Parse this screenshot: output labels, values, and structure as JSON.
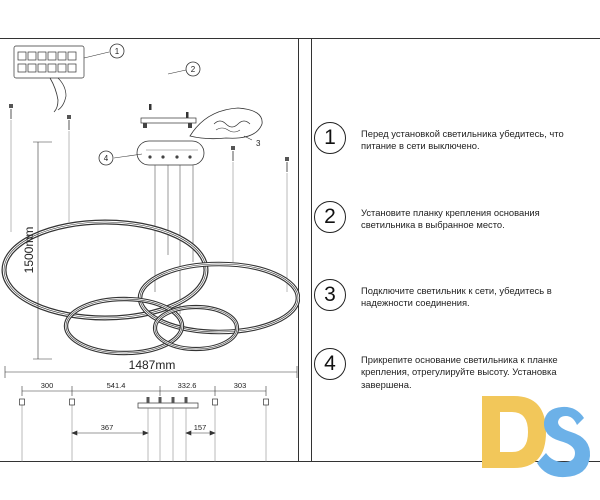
{
  "callouts": [
    "1",
    "2",
    "3",
    "4"
  ],
  "dimensions": {
    "height": "1500mm",
    "width": "1487mm",
    "spacing": [
      "300",
      "541.4",
      "332.6",
      "303"
    ],
    "offset_left": "367",
    "offset_right": "157"
  },
  "steps": [
    {
      "number": "1",
      "text": "Перед установкой светильника убедитесь, что питание в сети выключено."
    },
    {
      "number": "2",
      "text": "Установите планку крепления основания светильника в выбранное место."
    },
    {
      "number": "3",
      "text": "Подключите светильник к сети, убедитесь в надежности соединения."
    },
    {
      "number": "4",
      "text": "Прикрепите основание светильника к планке крепления, отрегулируйте высоту. Установка завершена."
    }
  ],
  "logo": {
    "text": "DS",
    "colors": {
      "d": "#f2c75a",
      "s": "#6cb1e8"
    }
  }
}
